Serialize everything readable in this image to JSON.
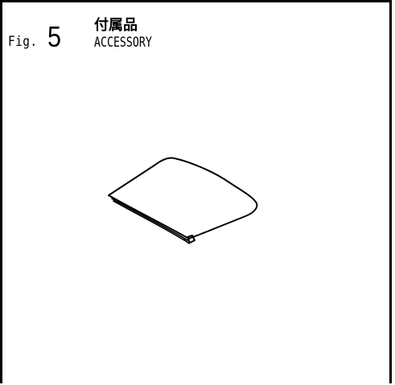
{
  "header": {
    "fig_prefix": "Fig.",
    "fig_number": "5",
    "title_jp": "付属品",
    "title_en": "ACCESSORY"
  },
  "illustration": {
    "icon": "accessory-bag-icon"
  }
}
